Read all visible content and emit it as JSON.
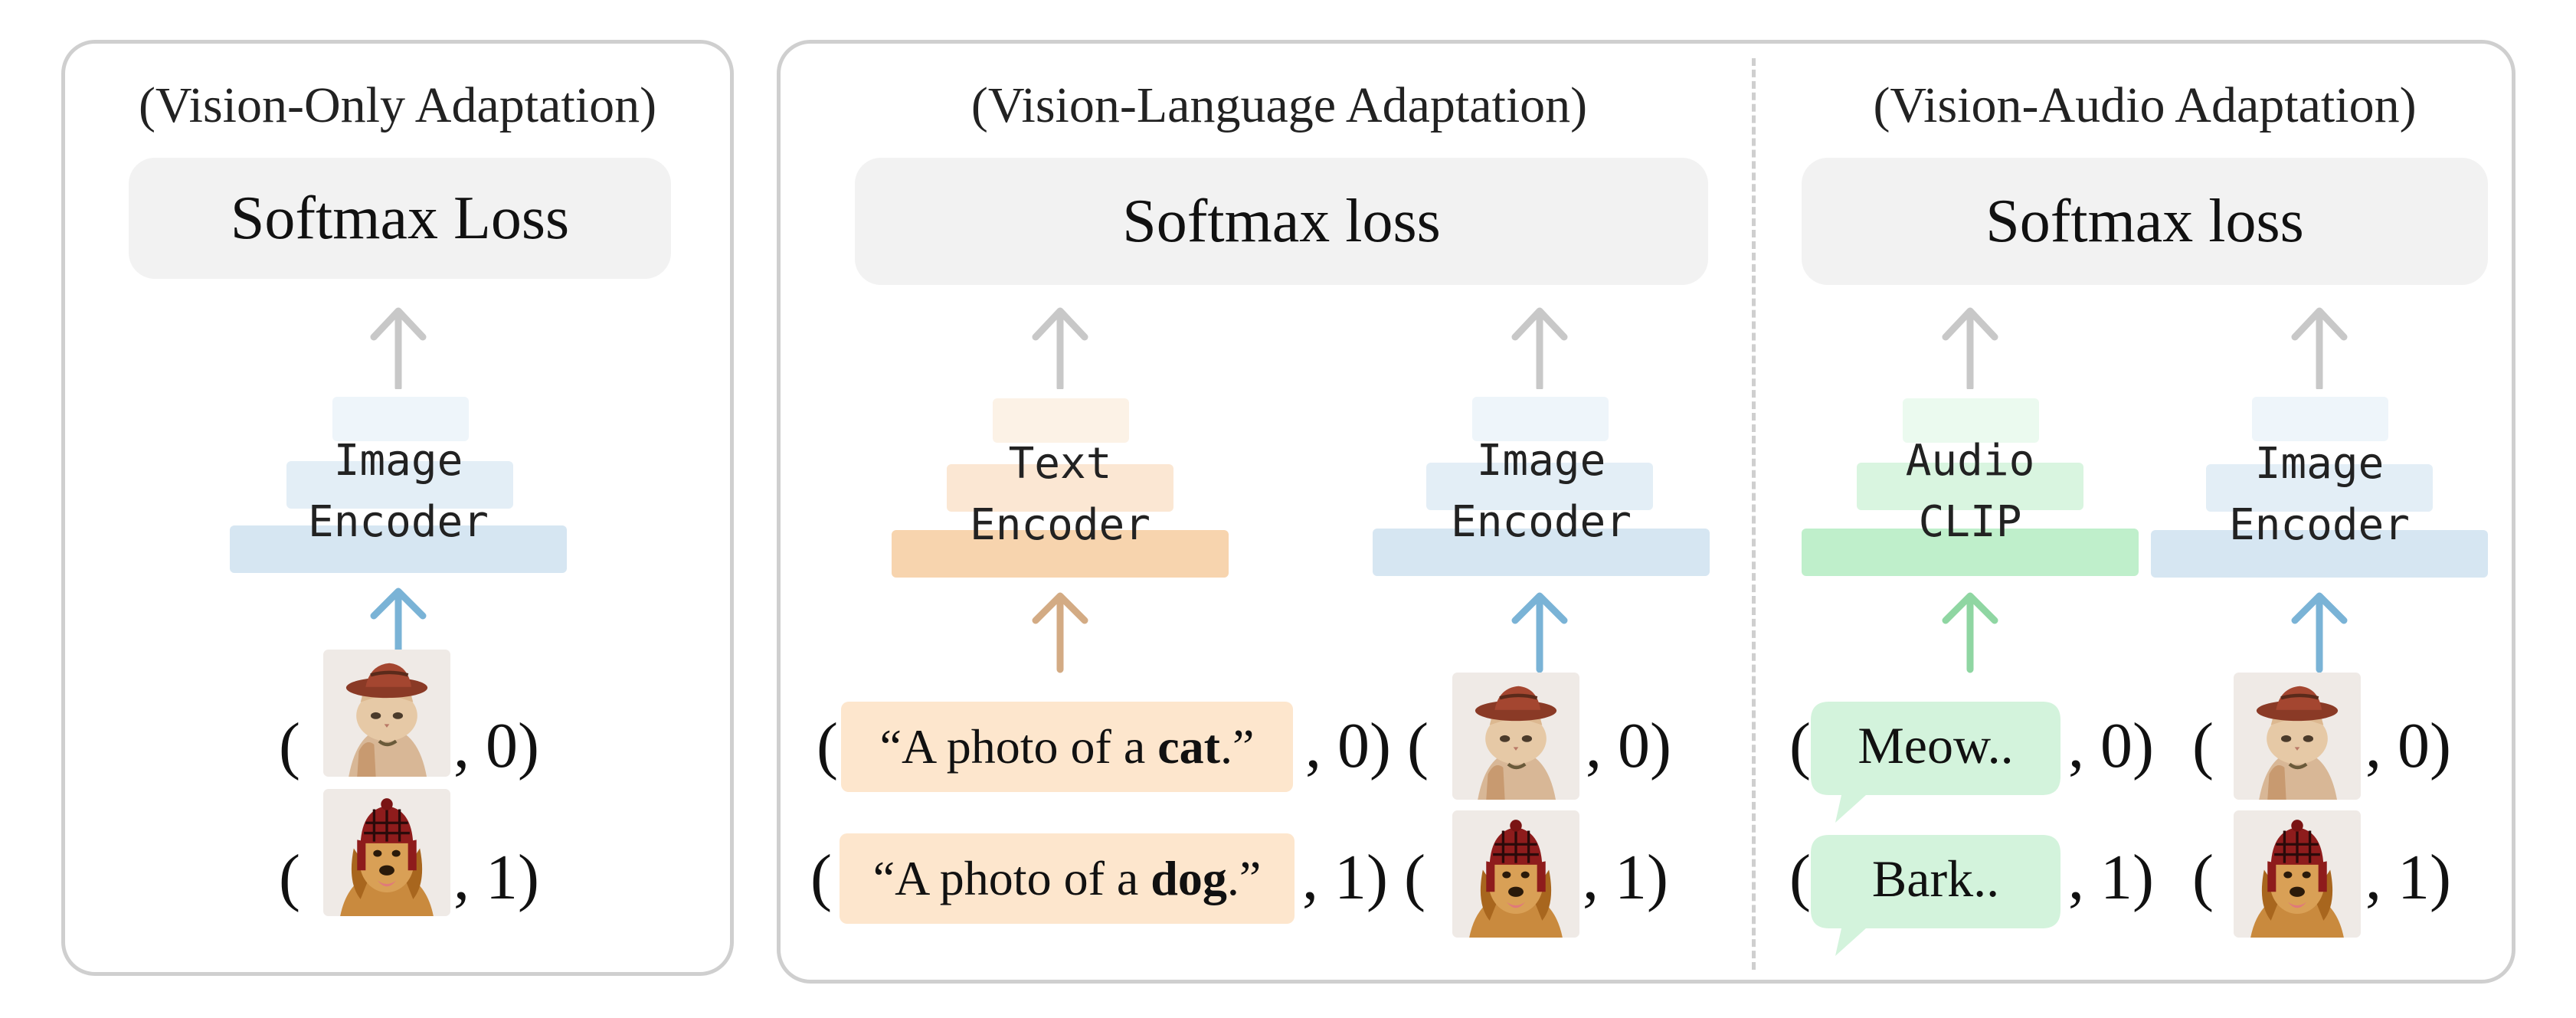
{
  "panels": {
    "vision_only": {
      "title": "(Vision-Only Adaptation)",
      "loss": "Softmax Loss",
      "encoder": "Image\nEncoder",
      "rows": [
        {
          "open": "(",
          "label": ", 0)",
          "image": "cat-wearing-hat"
        },
        {
          "open": "(",
          "label": ", 1)",
          "image": "dog-wearing-hat"
        }
      ]
    },
    "vision_language": {
      "title": "(Vision-Language Adaptation)",
      "loss": "Softmax loss",
      "text_encoder": "Text\nEncoder",
      "image_encoder": "Image\nEncoder",
      "rows": [
        {
          "open": "(",
          "caption_pre": "“A photo of a ",
          "caption_bold": "cat",
          "caption_post": ".”",
          "mid": ", 0) (",
          "label": ", 0)"
        },
        {
          "open": "(",
          "caption_pre": "“A photo of a ",
          "caption_bold": "dog",
          "caption_post": ".”",
          "mid": ", 1) (",
          "label": ", 1)"
        }
      ]
    },
    "vision_audio": {
      "title": "(Vision-Audio Adaptation)",
      "loss": "Softmax loss",
      "audio_encoder": "Audio\nCLIP",
      "image_encoder": "Image\nEncoder",
      "rows": [
        {
          "open": "(",
          "sound": "Meow..",
          "mid": ", 0)",
          "open2": "(",
          "label": ", 0)"
        },
        {
          "open": "(",
          "sound": "Bark..",
          "mid": ", 1)",
          "open2": "(",
          "label": ", 1)"
        }
      ]
    }
  },
  "colors": {
    "image_encoder": "#d6e6f2",
    "text_encoder": "#f7d4ae",
    "audio_encoder": "#bfefcb",
    "image_arrow": "#7ab3d6",
    "text_arrow": "#d3ab84",
    "audio_arrow": "#8fd6a2",
    "loss_arrow": "#c8c8c8",
    "panel_border": "#cfcfcf"
  }
}
